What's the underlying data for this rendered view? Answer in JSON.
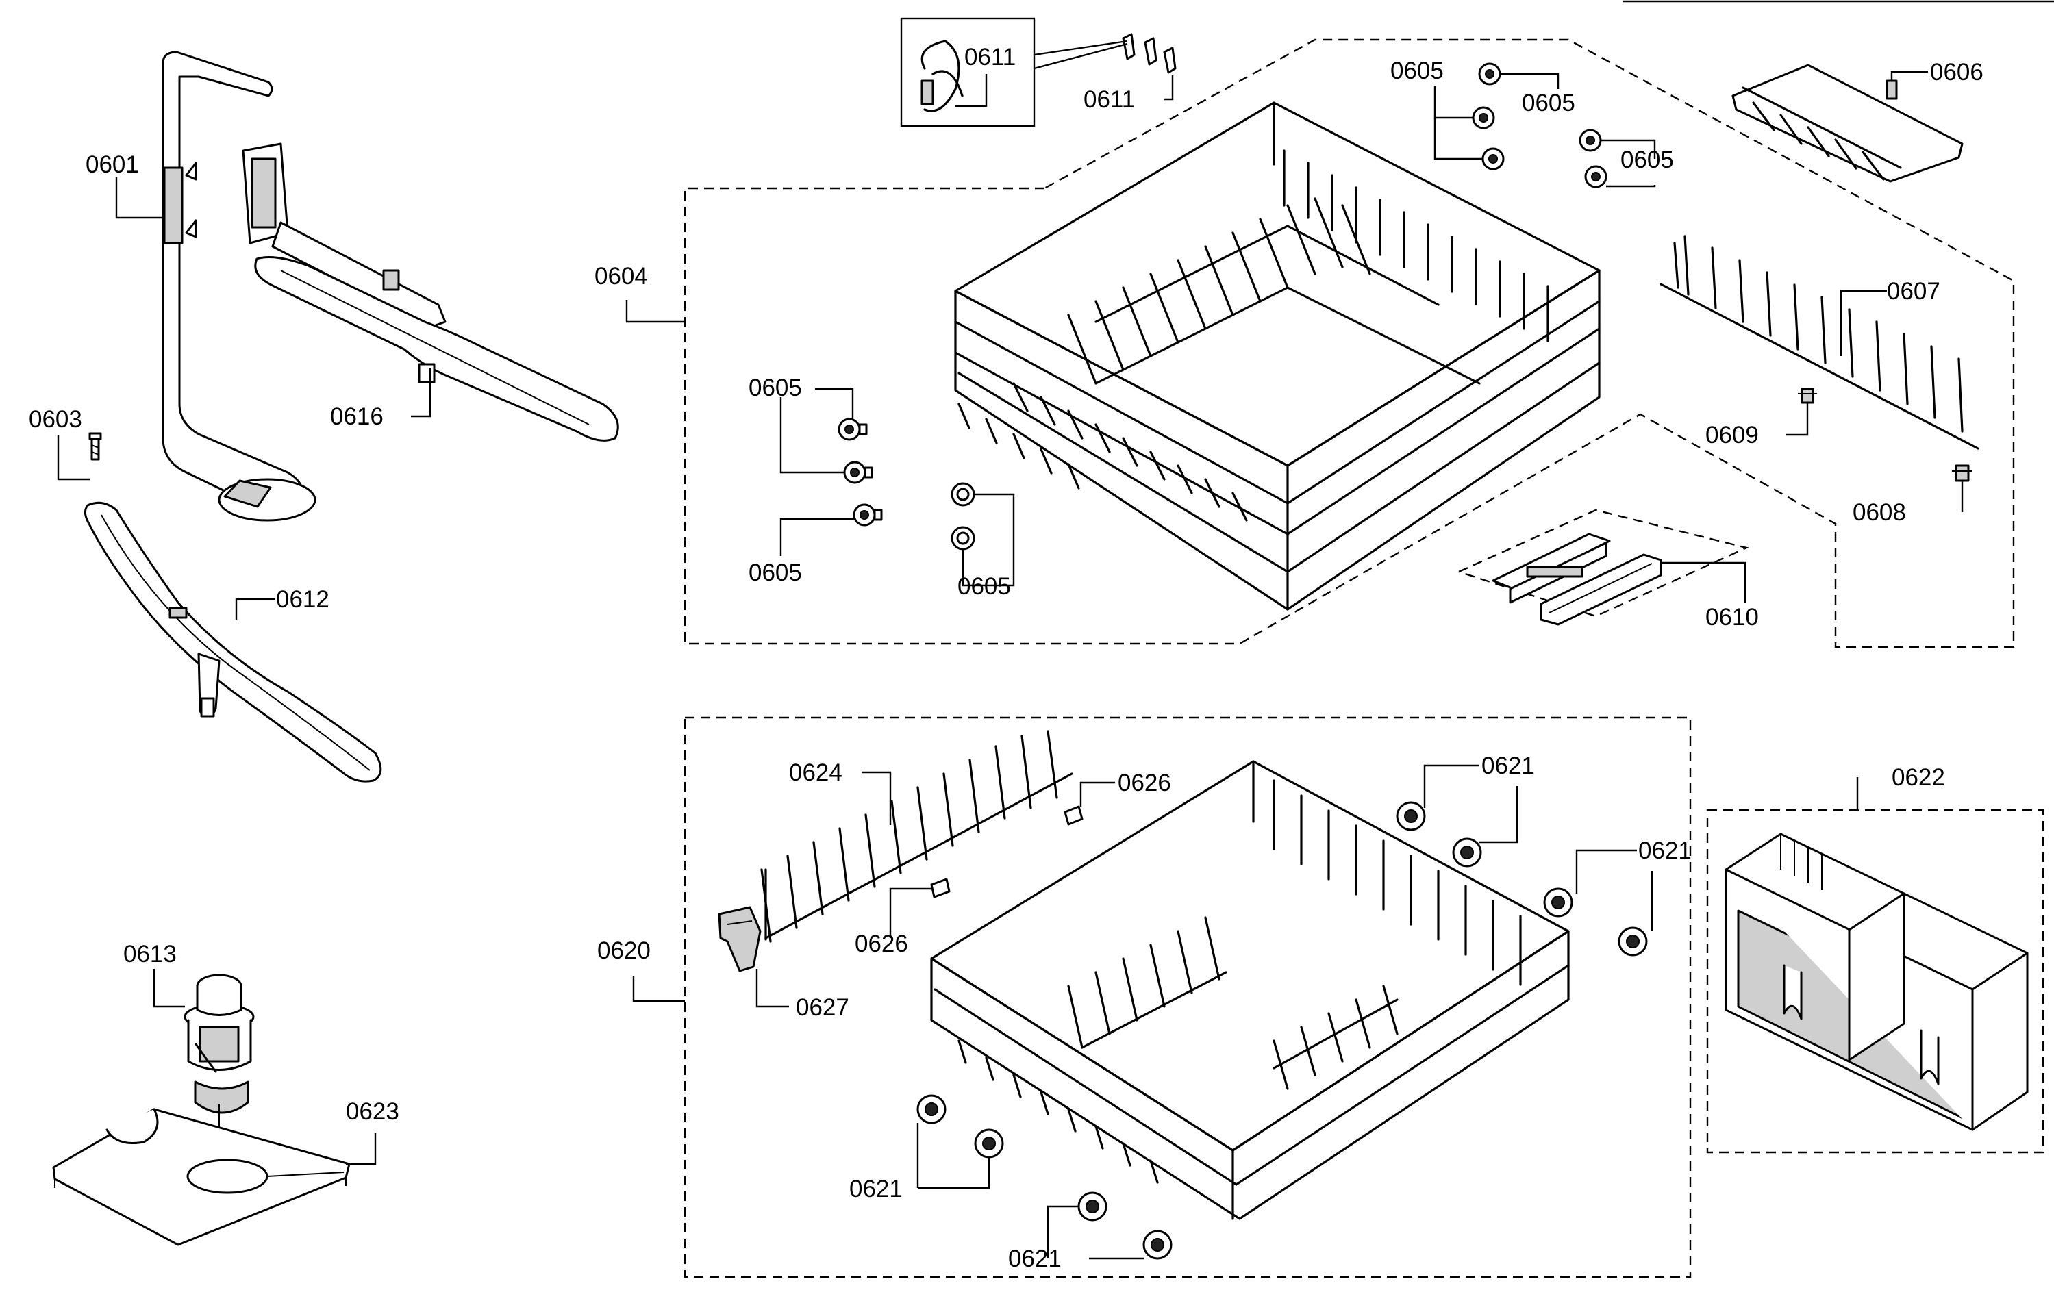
{
  "callouts": {
    "c0601": "0601",
    "c0603": "0603",
    "c0604": "0604",
    "c0605_a": "0605",
    "c0605_b": "0605",
    "c0605_c": "0605",
    "c0605_d": "0605",
    "c0605_e": "0605",
    "c0605_f": "0605",
    "c0606": "0606",
    "c0607": "0607",
    "c0608": "0608",
    "c0609": "0609",
    "c0610": "0610",
    "c0611_a": "0611",
    "c0611_b": "0611",
    "c0612": "0612",
    "c0613": "0613",
    "c0616": "0616",
    "c0620": "0620",
    "c0621_a": "0621",
    "c0621_b": "0621",
    "c0621_c": "0621",
    "c0621_d": "0621",
    "c0622": "0622",
    "c0623": "0623",
    "c0624": "0624",
    "c0626_a": "0626",
    "c0626_b": "0626",
    "c0627": "0627"
  },
  "colors": {
    "ink": "#000000",
    "paper": "#ffffff",
    "shade": "#cfcfcf"
  }
}
